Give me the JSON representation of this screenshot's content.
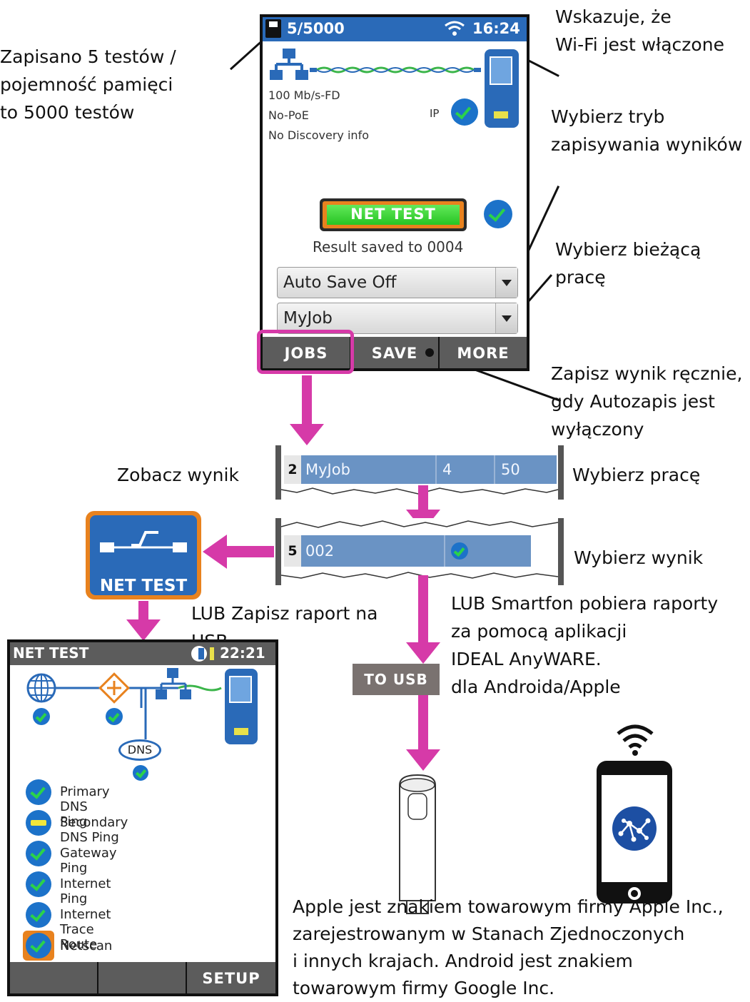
{
  "annotations": {
    "saved_tests": "Zapisano 5 testów /\npojemność pamięci\nto 5000 testów",
    "wifi_on": "Wskazuje, że\nWi-Fi jest włączone",
    "select_save_mode": "Wybierz tryb\nzapisywania wyników",
    "select_job": "Wybierz bieżącą\n  pracę",
    "save_manually": "Zapisz wynik ręcznie,\n  gdy Autozapis jest\nwyłączony",
    "view_result": "Zobacz wynik",
    "select_work": "Wybierz pracę",
    "select_result": "Wybierz wynik",
    "save_report_usb": "LUB Zapisz raport na\n             USB",
    "smartphone": "LUB Smartfon pobiera raporty\n za pomocą aplikacji\n IDEAL AnyWARE.\ndla Androida/Apple",
    "trademark": "Apple jest znakiem towarowym firmy Apple Inc.,\n zarejestrowanym w Stanach Zjednoczonych\n i innych krajach. Android jest znakiem\n towarowym firmy Google Inc."
  },
  "main_screen": {
    "status_count": "5/5000",
    "clock": "16:24",
    "link_speed": "100 Mb/s-FD",
    "poe": "No-PoE",
    "discovery": "No Discovery info",
    "ip_label": "IP",
    "net_test_button": "NET TEST",
    "result_saved": "Result saved to  0004",
    "autosave_dropdown": "Auto Save Off",
    "job_dropdown": "MyJob",
    "softkeys": [
      "JOBS",
      "SAVE",
      "MORE"
    ]
  },
  "job_strip": {
    "index": "2",
    "name": "MyJob",
    "count": "4",
    "total": "50"
  },
  "result_strip": {
    "index": "5",
    "name": "002"
  },
  "net_test_icon": {
    "label": "NET TEST"
  },
  "to_usb_button": "TO USB",
  "net_test_screen": {
    "title": "NET TEST",
    "clock": "22:21",
    "dns_label": "DNS",
    "items": [
      {
        "label": "Primary DNS Ping",
        "status": "pass"
      },
      {
        "label": "Secondary DNS Ping",
        "status": "warning"
      },
      {
        "label": "Gateway Ping",
        "status": "pass"
      },
      {
        "label": "Internet Ping",
        "status": "pass"
      },
      {
        "label": "Internet Trace Route",
        "status": "pass"
      },
      {
        "label": "Netscan",
        "status": "pass-highlighted"
      }
    ],
    "softkeys": [
      "",
      "",
      "SETUP"
    ]
  },
  "colors": {
    "magenta": "#d63aa8",
    "device_blue": "#2a6ab8",
    "pass_green": "#2bd24a",
    "net_test_orange": "#e8821e"
  }
}
